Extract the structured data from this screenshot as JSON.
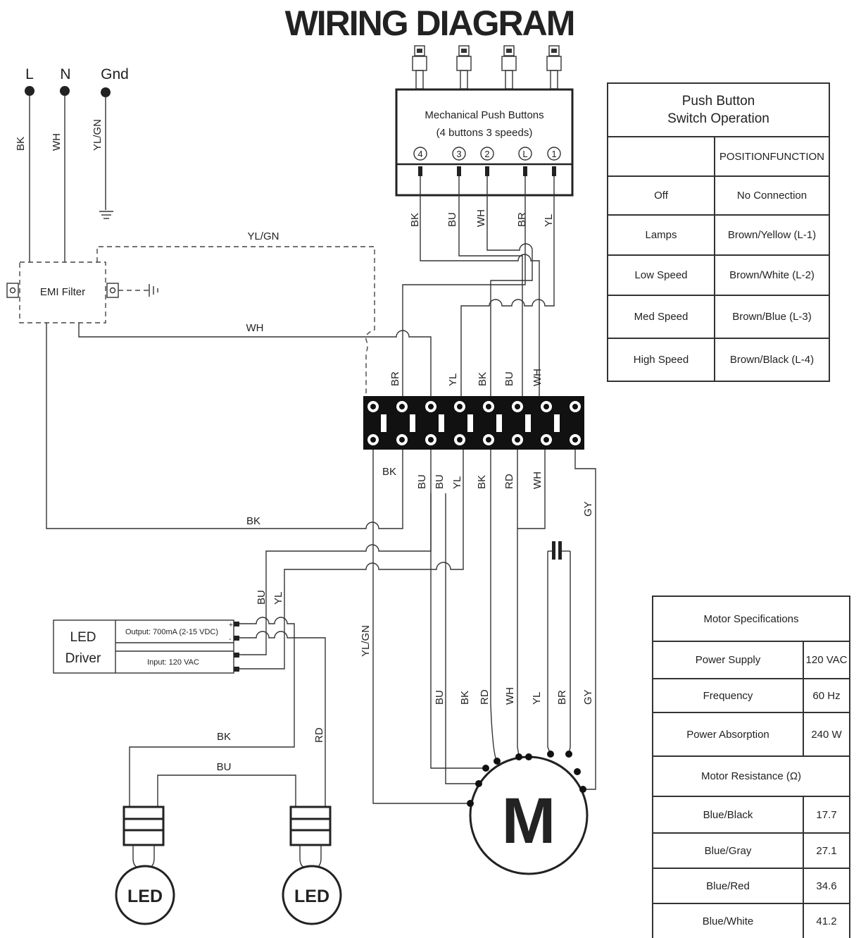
{
  "title": "WIRING DIAGRAM",
  "power": {
    "l": "L",
    "n": "N",
    "gnd": "Gnd",
    "wire_l": "BK",
    "wire_n": "WH",
    "wire_gnd": "YL/GN"
  },
  "emi_filter": {
    "label": "EMI Filter",
    "ground_wire": "YL/GN",
    "neutral_out": "WH",
    "line_out": "BK"
  },
  "push_buttons": {
    "title_line1": "Mechanical Push Buttons",
    "title_line2": "(4 buttons 3 speeds)",
    "terminals": [
      "4",
      "3",
      "2",
      "L",
      "1"
    ],
    "wires": [
      "BK",
      "BU",
      "WH",
      "BR",
      "YL"
    ]
  },
  "terminal_block": {
    "top_wires": [
      "BR",
      "YL",
      "BK",
      "BU",
      "WH"
    ],
    "bottom_wires": [
      "BK",
      "BU",
      "BU",
      "YL",
      "BK",
      "RD",
      "WH",
      "GY"
    ]
  },
  "led_driver": {
    "line1": "LED",
    "line2": "Driver",
    "output": "Output: 700mA (2-15 VDC)",
    "input": "Input: 120 VAC",
    "plus": "+",
    "minus": "-",
    "wire_bu": "BU",
    "wire_yl": "YL"
  },
  "led_wires": {
    "bk": "BK",
    "bu": "BU",
    "rd": "RD"
  },
  "led_label": "LED",
  "motor": {
    "label": "M",
    "ground_wire": "YL/GN",
    "wires": [
      "BU",
      "BK",
      "RD",
      "WH",
      "YL",
      "BR",
      "GY"
    ]
  },
  "switch_table": {
    "title_line1": "Push Button",
    "title_line2": "Switch Operation",
    "header_function": "POSITIONFUNCTION",
    "rows": [
      {
        "position": "Off",
        "function": "No Connection"
      },
      {
        "position": "Lamps",
        "function": "Brown/Yellow (L-1)"
      },
      {
        "position": "Low Speed",
        "function": "Brown/White (L-2)"
      },
      {
        "position": "Med Speed",
        "function": "Brown/Blue (L-3)"
      },
      {
        "position": "High Speed",
        "function": "Brown/Black (L-4)"
      }
    ]
  },
  "motor_table": {
    "title": "Motor Specifications",
    "specs": [
      {
        "name": "Power Supply",
        "value": "120 VAC"
      },
      {
        "name": "Frequency",
        "value": "60 Hz"
      },
      {
        "name": "Power Absorption",
        "value": "240 W"
      }
    ],
    "resistance_title": "Motor Resistance (Ω)",
    "resistance": [
      {
        "pair": "Blue/Black",
        "value": "17.7"
      },
      {
        "pair": "Blue/Gray",
        "value": "27.1"
      },
      {
        "pair": "Blue/Red",
        "value": "34.6"
      },
      {
        "pair": "Blue/White",
        "value": "41.2"
      }
    ]
  }
}
